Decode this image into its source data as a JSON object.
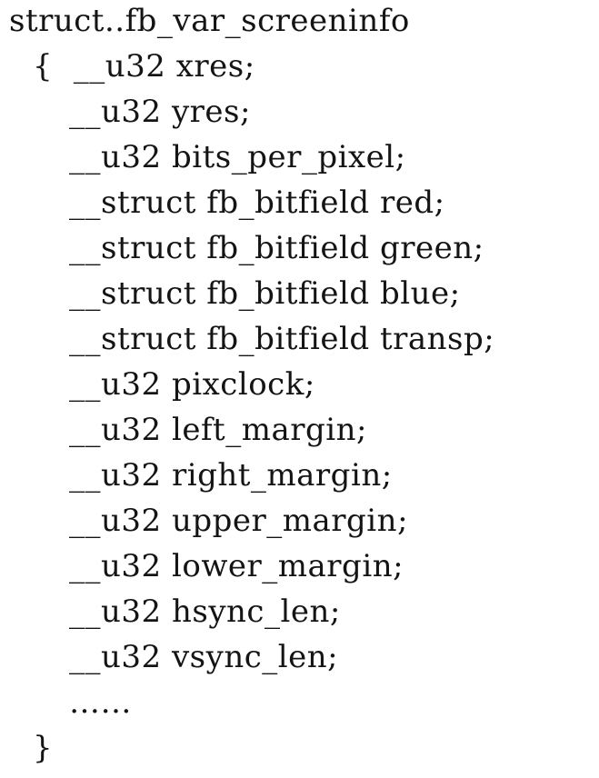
{
  "code": {
    "lines": [
      "struct..fb_var_screeninfo",
      "{  __u32 xres;",
      "__u32 yres;",
      "__u32 bits_per_pixel;",
      "__struct fb_bitfield red;",
      "__struct fb_bitfield green;",
      "__struct fb_bitfield blue;",
      "__struct fb_bitfield transp;",
      "__u32 pixclock;",
      "__u32 left_margin;",
      "__u32 right_margin;",
      "__u32 upper_margin;",
      "__u32 lower_margin;",
      "__u32 hsync_len;",
      "__u32 vsync_len;",
      "……",
      "}"
    ]
  }
}
